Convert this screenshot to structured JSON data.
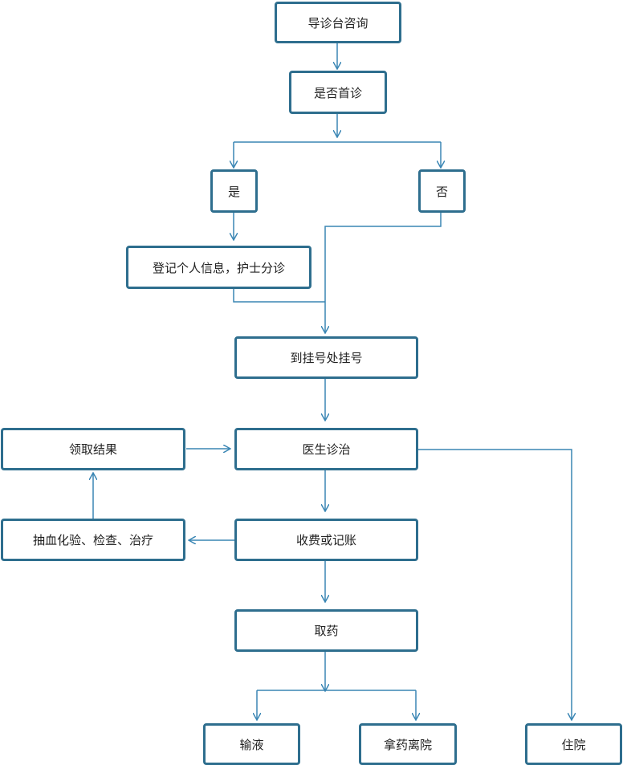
{
  "colors": {
    "box_border": "#2e6e8e",
    "line": "#3a86b4",
    "text": "#222222"
  },
  "nodes": {
    "consult": "导诊台咨询",
    "first_visit": "是否首诊",
    "yes": "是",
    "no": "否",
    "register_info": "登记个人信息，护士分诊",
    "registration": "到挂号处挂号",
    "diagnosis": "医生诊治",
    "get_results": "领取结果",
    "tests": "抽血化验、检查、治疗",
    "payment": "收费或记账",
    "medicine": "取药",
    "infusion": "输液",
    "leave": "拿药离院",
    "hospitalize": "住院"
  }
}
